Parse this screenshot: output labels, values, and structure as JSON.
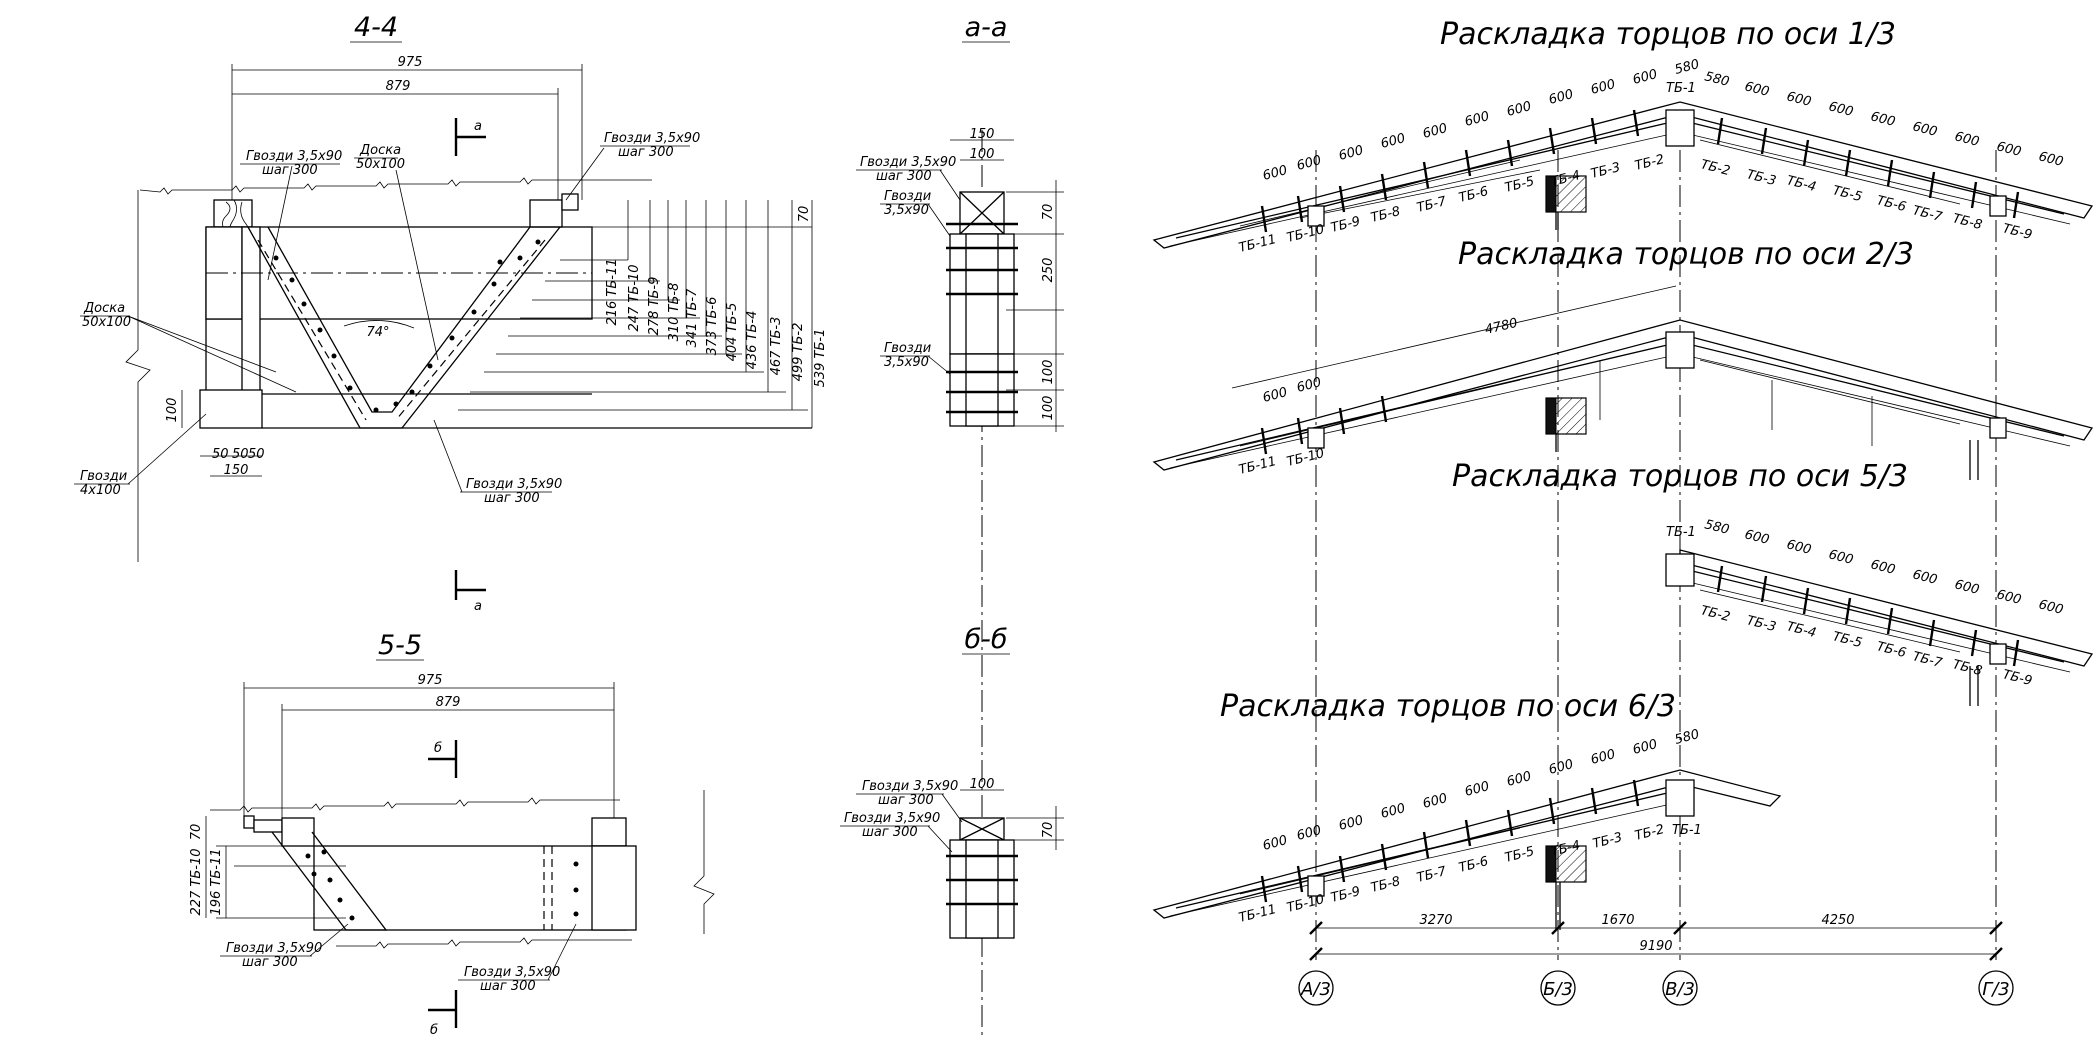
{
  "sections": {
    "s44": "4-4",
    "s55": "5-5",
    "saa": "а-а",
    "sbb": "б-б",
    "cut_a": "а",
    "cut_b": "б"
  },
  "titles": {
    "axis13": "Раскладка торцов по оси 1/3",
    "axis23": "Раскладка торцов по оси 2/3",
    "axis53": "Раскладка торцов по оси 5/3",
    "axis63": "Раскладка торцов по оси 6/3"
  },
  "detail44": {
    "dim_975": "975",
    "dim_879": "879",
    "angle": "74°",
    "dim_100": "100",
    "dim_70": "70",
    "dims_bottom": [
      "50",
      "50",
      "50"
    ],
    "dim_150": "150",
    "nails_top_left": [
      "Гвозди 3,5х90",
      "шаг 300"
    ],
    "board_top": [
      "Доска",
      "50х100"
    ],
    "nails_top_right": [
      "Гвозди 3,5х90",
      "шаг 300"
    ],
    "board_left": [
      "Доска",
      "50х100"
    ],
    "nails_left": [
      "Гвозди",
      "4х100"
    ],
    "nails_bottom": [
      "Гвозди 3,5х90",
      "шаг 300"
    ],
    "levels": [
      "216 ТБ-11",
      "247 ТБ-10",
      "278 ТБ-9",
      "310 ТБ-8",
      "341 ТБ-7",
      "373 ТБ-6",
      "404 ТБ-5",
      "436 ТБ-4",
      "467 ТБ-3",
      "499 ТБ-2",
      "539 ТБ-1"
    ]
  },
  "detail55": {
    "dim_975": "975",
    "dim_879": "879",
    "dim_70": "70",
    "levels": [
      "227 ТБ-10",
      "196 ТБ-11"
    ],
    "nails_left": [
      "Гвозди 3,5х90",
      "шаг 300"
    ],
    "nails_bottom": [
      "Гвозди 3,5х90",
      "шаг 300"
    ]
  },
  "detailaa": {
    "dim_150": "150",
    "dim_100": "100",
    "dim_70": "70",
    "dim_250": "250",
    "dim_100b": "100",
    "dim_100c": "100",
    "nails_top": [
      "Гвозди 3,5х90",
      "шаг 300"
    ],
    "nails_mid": [
      "Гвозди",
      "3,5х90"
    ],
    "nails_low": [
      "Гвозди",
      "3,5х90"
    ]
  },
  "detailbb": {
    "dim_100": "100",
    "dim_70": "70",
    "nails_1": [
      "Гвозди 3,5х90",
      "шаг 300"
    ],
    "nails_2": [
      "Гвозди 3,5х90",
      "шаг 300"
    ]
  },
  "roof13": {
    "left_spacing": [
      "600",
      "600",
      "600",
      "600",
      "600",
      "600",
      "600",
      "600",
      "600",
      "600",
      "580"
    ],
    "right_spacing": [
      "580",
      "600",
      "600",
      "600",
      "600",
      "600",
      "600",
      "600",
      "600"
    ],
    "left_tb": [
      "ТБ-11",
      "ТБ-10",
      "ТБ-9",
      "ТБ-8",
      "ТБ-7",
      "ТБ-6",
      "ТБ-5",
      "ТБ-4",
      "ТБ-3",
      "ТБ-2"
    ],
    "top_tb": "ТБ-1",
    "right_tb": [
      "ТБ-2",
      "ТБ-3",
      "ТБ-4",
      "ТБ-5",
      "ТБ-6",
      "ТБ-7",
      "ТБ-8",
      "ТБ-9"
    ]
  },
  "roof23": {
    "left_spacing": [
      "600",
      "600"
    ],
    "span": "4780",
    "left_tb": [
      "ТБ-11",
      "ТБ-10"
    ]
  },
  "roof53": {
    "spacing": [
      "580",
      "600",
      "600",
      "600",
      "600",
      "600",
      "600",
      "600",
      "600"
    ],
    "top_tb": "ТБ-1",
    "tb": [
      "ТБ-2",
      "ТБ-3",
      "ТБ-4",
      "ТБ-5",
      "ТБ-6",
      "ТБ-7",
      "ТБ-8",
      "ТБ-9"
    ]
  },
  "roof63": {
    "spacing": [
      "600",
      "600",
      "600",
      "600",
      "600",
      "600",
      "600",
      "600",
      "600",
      "600",
      "580"
    ],
    "tb": [
      "ТБ-11",
      "ТБ-10",
      "ТБ-9",
      "ТБ-8",
      "ТБ-7",
      "ТБ-6",
      "ТБ-5",
      "ТБ-4",
      "ТБ-3",
      "ТБ-2",
      "ТБ-1"
    ]
  },
  "grid": {
    "dims": [
      "3270",
      "1670",
      "4250"
    ],
    "total": "9190",
    "axes": [
      "А/3",
      "Б/3",
      "В/3",
      "Г/3"
    ]
  }
}
